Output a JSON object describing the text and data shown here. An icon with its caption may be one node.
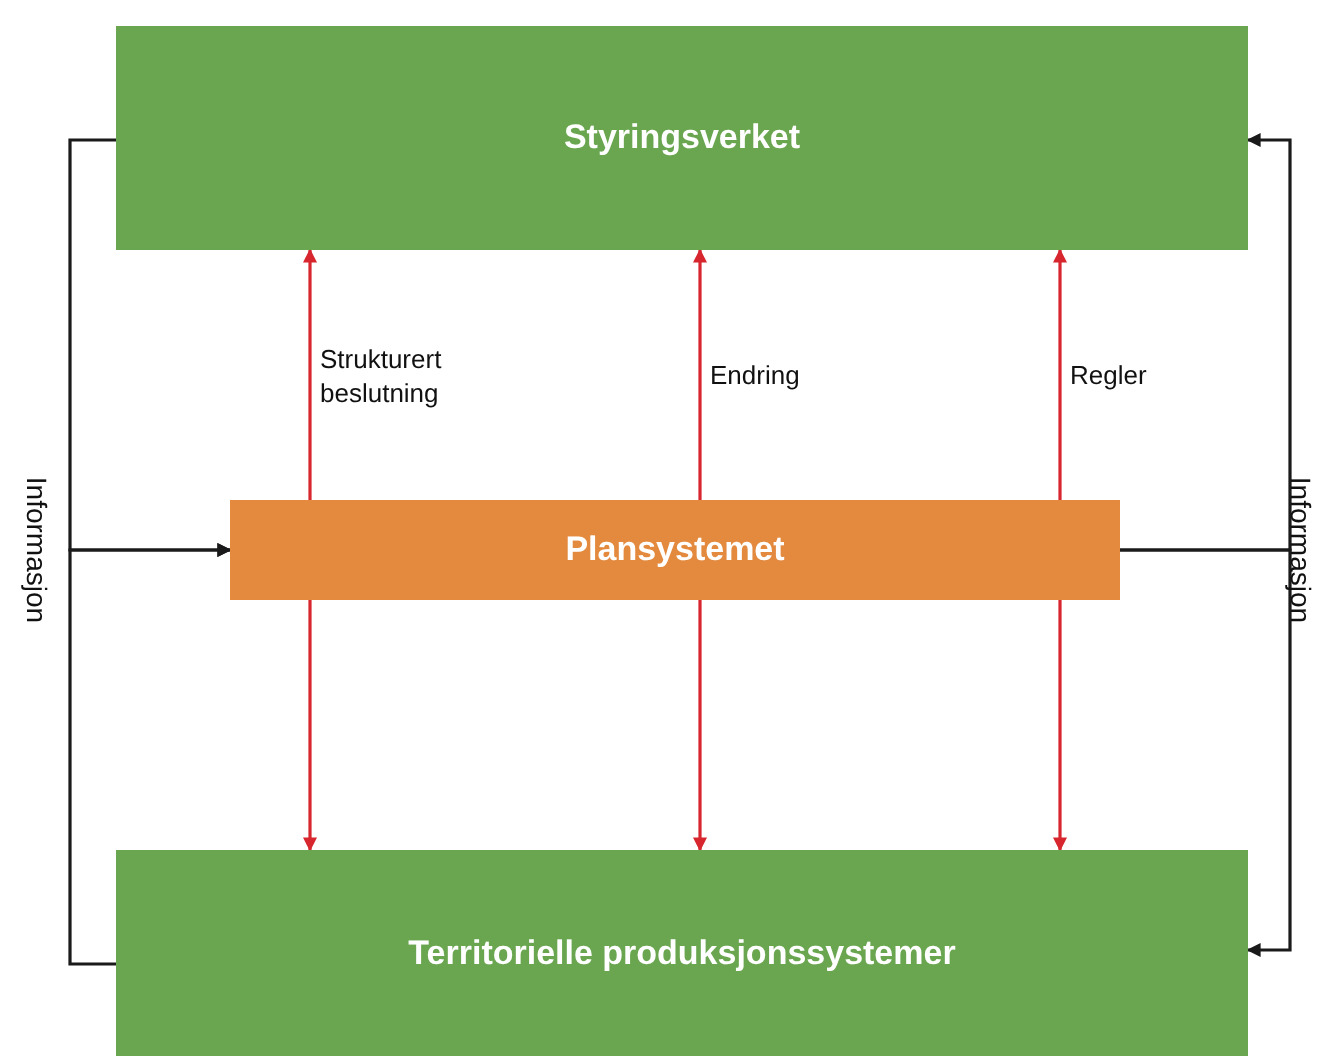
{
  "diagram": {
    "nodes": [
      {
        "text": [
          "Styringsverket"
        ]
      },
      {
        "text": [
          "Plansystemet"
        ]
      },
      {
        "text": [
          "Territorielle produksjonssystemer"
        ]
      }
    ],
    "edges": [
      {
        "from": 1,
        "to": 0,
        "arrow": "to",
        "label": "Strukturert beslutning"
      },
      {
        "from": 1,
        "to": 0,
        "arrow": "to",
        "label": "Endring"
      },
      {
        "from": 1,
        "to": 0,
        "arrow": "to",
        "label": "Regler"
      },
      {
        "from": 1,
        "to": 2,
        "arrow": "to"
      },
      {
        "from": 1,
        "to": 2,
        "arrow": "to"
      },
      {
        "from": 1,
        "to": 2,
        "arrow": "to"
      },
      {
        "from": 0,
        "to": 1,
        "arrow": "to",
        "color": "#1a1a1a"
      },
      {
        "from": 2,
        "to": 1,
        "arrow": "to",
        "color": "#1a1a1a"
      },
      {
        "from": 1,
        "to": 0,
        "arrow": "to",
        "color": "#1a1a1a"
      },
      {
        "from": 1,
        "to": 2,
        "arrow": "to",
        "color": "#1a1a1a"
      }
    ],
    "labels": [
      "Informasjon",
      "Informasjon"
    ]
  }
}
